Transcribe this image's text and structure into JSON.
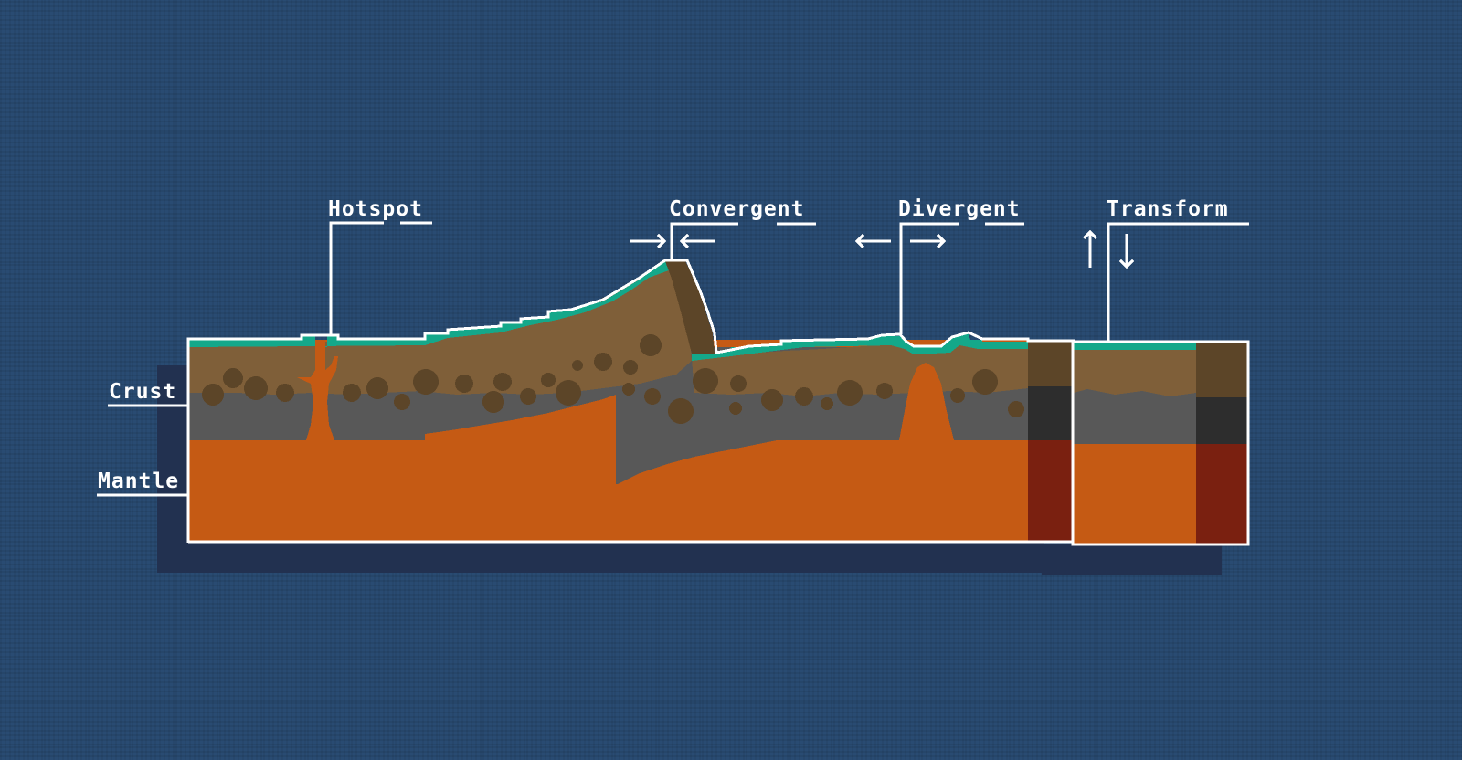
{
  "diagram": {
    "labels": {
      "hotspot": "Hotspot",
      "convergent": "Convergent",
      "divergent": "Divergent",
      "transform": "Transform",
      "crust": "Crust",
      "mantle": "Mantle"
    },
    "colors": {
      "background": "#294b72",
      "shadow": "#223150",
      "ocean": "#14a88a",
      "crust_brown": "#7f5f39",
      "rock_spots": "#5c4528",
      "crust_grey": "#585858",
      "mantle": "#c55a14",
      "mantle_dark": "#7a2010",
      "outline": "#ffffff"
    }
  }
}
